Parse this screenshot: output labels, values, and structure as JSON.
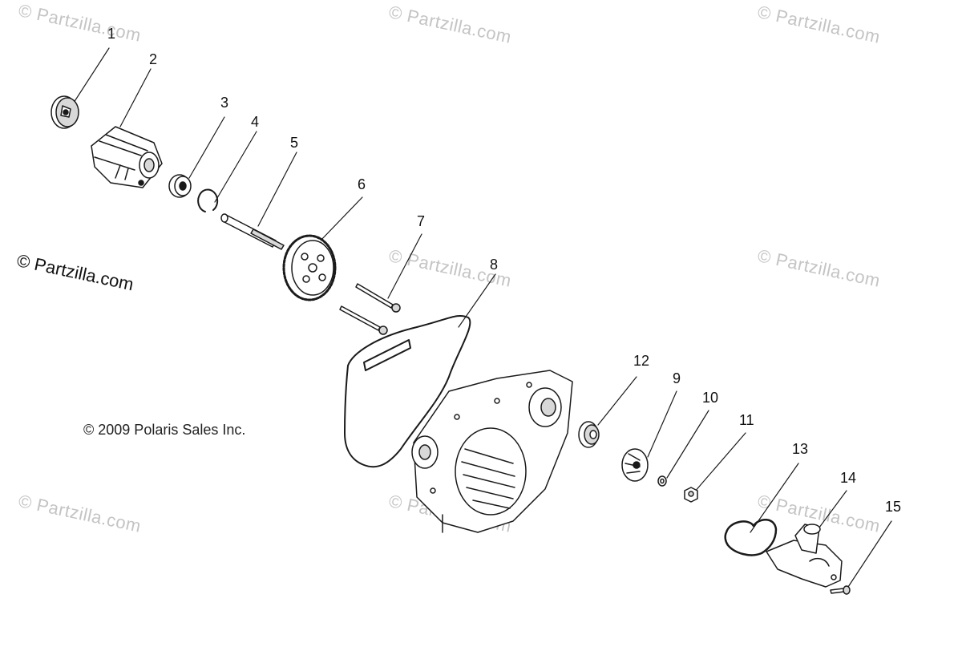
{
  "watermark_text": "© Partzilla.com",
  "brand_text": "© Partzilla.com",
  "copyright_text": "© 2009 Polaris Sales Inc.",
  "callouts": [
    "1",
    "2",
    "3",
    "4",
    "5",
    "6",
    "7",
    "8",
    "9",
    "10",
    "11",
    "12",
    "13",
    "14",
    "15"
  ],
  "parts": [
    {
      "callout": "1",
      "icon": "rotor-icon"
    },
    {
      "callout": "2",
      "icon": "pump-housing-icon"
    },
    {
      "callout": "3",
      "icon": "bearing-icon"
    },
    {
      "callout": "4",
      "icon": "snap-ring-icon"
    },
    {
      "callout": "5",
      "icon": "shaft-icon"
    },
    {
      "callout": "6",
      "icon": "gear-icon"
    },
    {
      "callout": "7",
      "icon": "bolt-icon"
    },
    {
      "callout": "8",
      "icon": "gasket-icon"
    },
    {
      "callout": "9",
      "icon": "impeller-icon"
    },
    {
      "callout": "10",
      "icon": "washer-icon"
    },
    {
      "callout": "11",
      "icon": "nut-icon"
    },
    {
      "callout": "12",
      "icon": "seal-icon"
    },
    {
      "callout": "13",
      "icon": "o-ring-icon"
    },
    {
      "callout": "14",
      "icon": "water-pump-cover-icon"
    },
    {
      "callout": "15",
      "icon": "bolt-icon"
    }
  ],
  "colors": {
    "line": "#1a1a1a",
    "watermark": "#c4c4c4",
    "fill": "#ffffff",
    "shade": "#d8d8d8"
  }
}
